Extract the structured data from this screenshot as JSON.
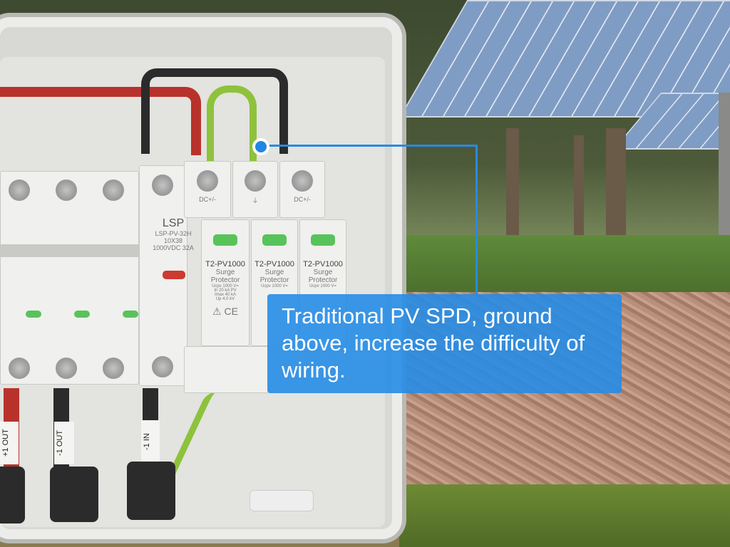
{
  "callout": {
    "text": "Traditional PV SPD, ground above, increase the difficulty of wiring."
  },
  "isolator": {
    "brand": "LSP",
    "model": "LSP-PV-32H",
    "spec1": "10X38",
    "spec2": "1000VDC",
    "rating": "32A"
  },
  "terminals": [
    "DC+/-",
    "⏚",
    "DC+/-"
  ],
  "spd_modules": [
    {
      "model": "T2-PV1000",
      "type": "Surge Protector",
      "rows": [
        "Ucpv 1000 V=",
        "In 20 kA PV",
        "Imax 40 kA",
        "Up 4.0 kV"
      ]
    },
    {
      "model": "T2-PV1000",
      "type": "Surge Protector",
      "rows": [
        "Ucpv 1000 V="
      ]
    },
    {
      "model": "T2-PV1000",
      "type": "Surge Protector",
      "rows": [
        "Ucpv 1000 V="
      ]
    }
  ],
  "cable_tags": [
    "+1 OUT",
    "-1 OUT",
    "-1 IN"
  ],
  "colors": {
    "accent": "#2a8ae0"
  }
}
